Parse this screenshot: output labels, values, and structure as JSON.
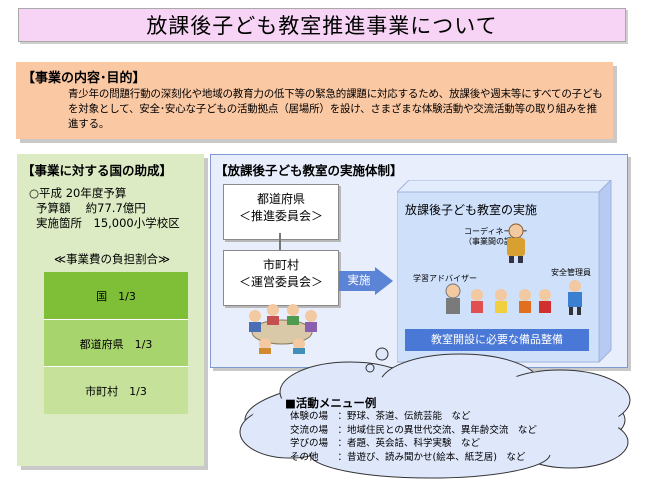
{
  "title": "放課後子ども教室推進事業について",
  "purpose": {
    "heading": "【事業の内容･目的】",
    "body": "青少年の問題行動の深刻化や地域の教育力の低下等の緊急的課題に対応するため、放課後や週末等にすべての子どもを対象として、安全･安心な子どもの活動拠点（居場所）を設け、さまざまな体験活動や交流活動等の取り組みを推進する。"
  },
  "aid": {
    "heading": "【事業に対する国の助成】",
    "year_budget": "○平成 20年度予算",
    "budget_line": "予算額　 約77.7億円",
    "sites_line": "実施箇所　15,000小学校区",
    "cost_share_title": "≪事業費の負担割合≫",
    "shares": [
      {
        "label": "国　1/3",
        "fraction": 0.333
      },
      {
        "label": "都道府県　1/3",
        "fraction": 0.333
      },
      {
        "label": "市町村　1/3",
        "fraction": 0.333
      }
    ]
  },
  "implementation": {
    "heading": "【放課後子ども教室の実施体制】",
    "prefecture_line1": "都道府県",
    "prefecture_line2": "＜推進委員会＞",
    "municipality_line1": "市町村",
    "municipality_line2": "＜運営委員会＞",
    "arrow_label": "実施",
    "classroom_title": "放課後子ども教室の実施",
    "coordinator_line1": "コーディネーター",
    "coordinator_line2": "（事業間の調整）",
    "learning_advisor": "学習アドバイザー",
    "safety_manager": "安全管理員",
    "equipment": "教室開設に必要な備品整備"
  },
  "menu": {
    "heading": "■活動メニュー例",
    "items": [
      "体験の場　：野球、茶道、伝統芸能　など",
      "交流の場　：地域住民との異世代交流、異年齢交流　など",
      "学びの場　：者題、英会話、科学実験　など",
      "その他　　：昔遊び、読み聞かせ(絵本、紙芝居)　など"
    ]
  },
  "colors": {
    "title_bg": "#f7d4f5",
    "purpose_bg": "#fbc8a4",
    "aid_bg": "#dcebc4",
    "share_row_1": "#7fbf38",
    "share_row_2": "#a8d46e",
    "share_row_3": "#c6e29a",
    "impl_bg": "#e8eefc",
    "classroom_bg": "#cfe0fb",
    "arrow": "#5b83d6",
    "cloud": "#dfe7fb"
  }
}
